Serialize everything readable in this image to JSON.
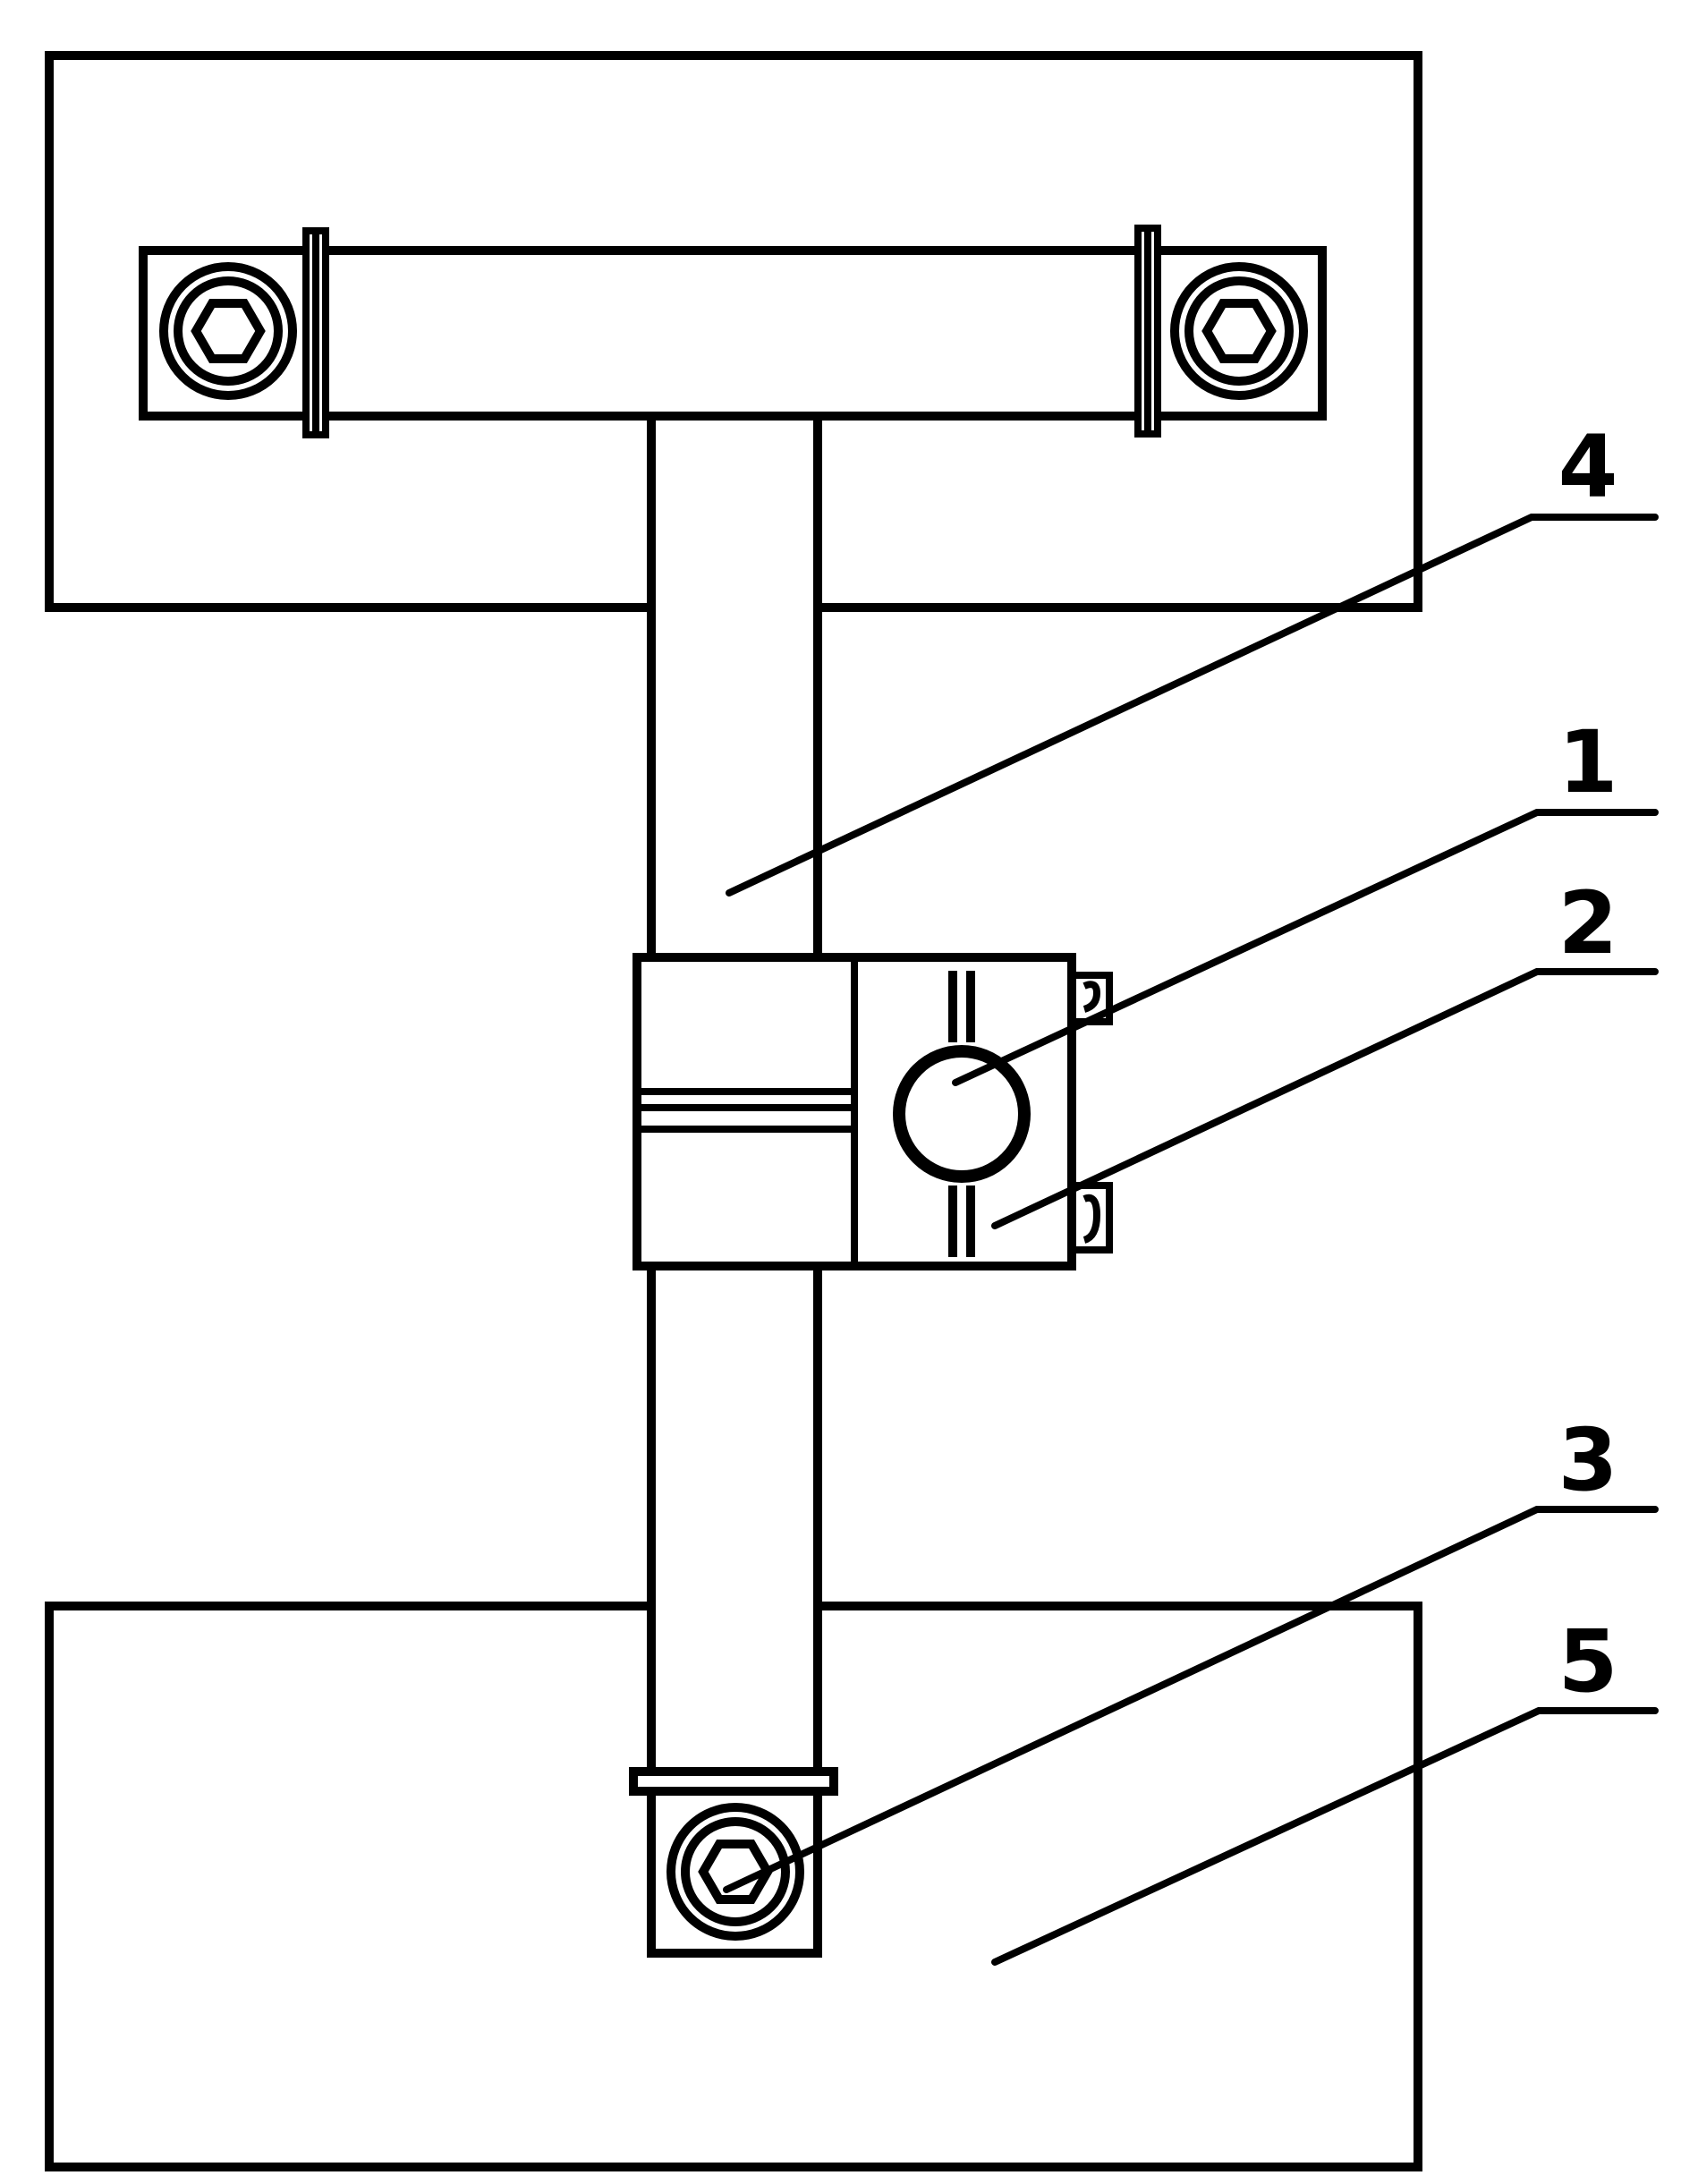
{
  "diagram": {
    "line_color": "#000000",
    "background": "#ffffff",
    "callouts": [
      {
        "id": "callout-4",
        "label": "4"
      },
      {
        "id": "callout-1",
        "label": "1"
      },
      {
        "id": "callout-2",
        "label": "2"
      },
      {
        "id": "callout-3",
        "label": "3"
      },
      {
        "id": "callout-5",
        "label": "5"
      }
    ]
  }
}
